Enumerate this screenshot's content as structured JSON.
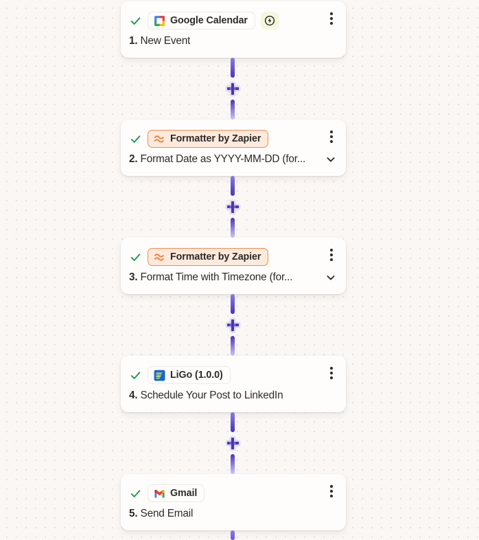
{
  "canvas": {
    "background_color": "#faf7f5",
    "dot_color": "#e9e2dd",
    "connector_color": "#4b33b8",
    "accent_orange": "#f08d4f",
    "check_color": "#1f9d55"
  },
  "flow": {
    "add_step_label": "+",
    "steps": [
      {
        "id": "step-1",
        "number": "1.",
        "app_name": "Google Calendar",
        "app_icon": "google-calendar-icon",
        "title": "New Event",
        "is_trigger": true,
        "trigger_badge_icon": "lightning-bolt-icon",
        "status_icon": "check-icon",
        "menu_icon": "kebab-menu-icon",
        "expandable": false,
        "chip_style": "default"
      },
      {
        "id": "step-2",
        "number": "2.",
        "app_name": "Formatter by Zapier",
        "app_icon": "formatter-icon",
        "title": "Format Date as YYYY-MM-DD (for...",
        "is_trigger": false,
        "status_icon": "check-icon",
        "menu_icon": "kebab-menu-icon",
        "expandable": true,
        "expand_icon": "chevron-down-icon",
        "chip_style": "formatter"
      },
      {
        "id": "step-3",
        "number": "3.",
        "app_name": "Formatter by Zapier",
        "app_icon": "formatter-icon",
        "title": "Format Time with Timezone (for...",
        "is_trigger": false,
        "status_icon": "check-icon",
        "menu_icon": "kebab-menu-icon",
        "expandable": true,
        "expand_icon": "chevron-down-icon",
        "chip_style": "formatter"
      },
      {
        "id": "step-4",
        "number": "4.",
        "app_name": "LiGo (1.0.0)",
        "app_icon": "ligo-icon",
        "title": "Schedule Your Post to LinkedIn",
        "is_trigger": false,
        "status_icon": "check-icon",
        "menu_icon": "kebab-menu-icon",
        "expandable": false,
        "chip_style": "default"
      },
      {
        "id": "step-5",
        "number": "5.",
        "app_name": "Gmail",
        "app_icon": "gmail-icon",
        "title": "Send Email",
        "is_trigger": false,
        "status_icon": "check-icon",
        "menu_icon": "kebab-menu-icon",
        "expandable": false,
        "chip_style": "default"
      }
    ]
  }
}
